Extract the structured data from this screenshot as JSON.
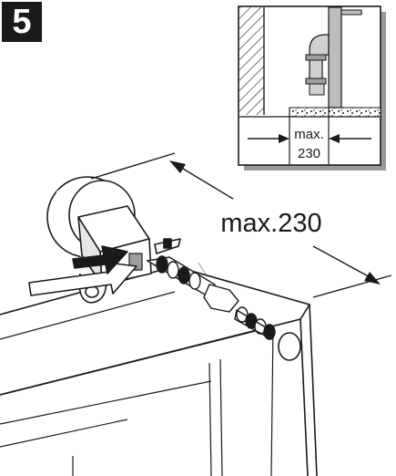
{
  "step": {
    "number": "5"
  },
  "inset": {
    "dimension_label_line1": "max.",
    "dimension_label_line2": "230"
  },
  "main": {
    "dimension_label": "max.230"
  },
  "colors": {
    "ink": "#1a1a1a",
    "badge_bg": "#1a1a1a",
    "inset_shadow": "#9a9a9a",
    "pipe_gray": "#bdbdbd",
    "faded_gray": "#b3b3b3"
  }
}
